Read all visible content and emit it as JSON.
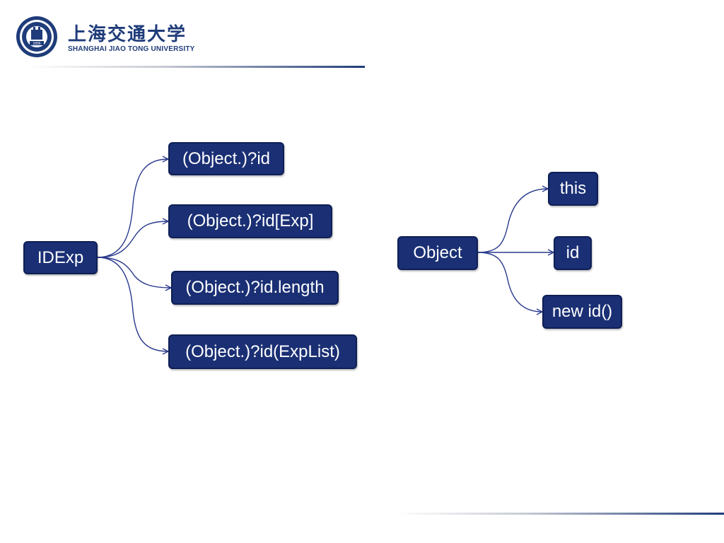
{
  "header": {
    "logo_cn": "上海交通大学",
    "logo_en": "SHANGHAI JIAO TONG UNIVERSITY",
    "seal_text": "1896"
  },
  "diagram1": {
    "root": "IDExp",
    "children": [
      "(Object.)?id",
      "(Object.)?id[Exp]",
      "(Object.)?id.length",
      "(Object.)?id(ExpList)"
    ]
  },
  "diagram2": {
    "root": "Object",
    "children": [
      "this",
      "id",
      "new id()"
    ]
  },
  "colors": {
    "node_fill": "#1a2f74",
    "edge": "#2a3a8c",
    "brand": "#1f3c7a"
  }
}
